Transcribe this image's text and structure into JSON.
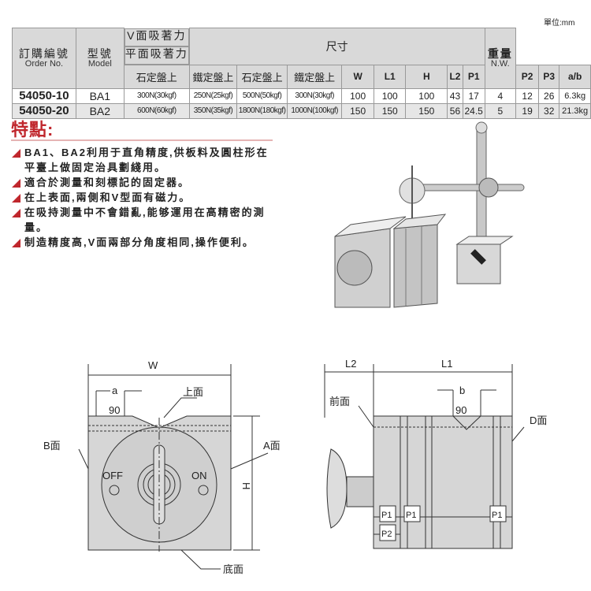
{
  "unit_note": "單位:mm",
  "table": {
    "order_cn": "訂購編號",
    "order_en": "Order No.",
    "model_cn": "型號",
    "model_en": "Model",
    "v_force": "V面吸著力",
    "flat_force": "平面吸著力",
    "on_stone": "石定盤上",
    "on_iron": "鐵定盤上",
    "dims": "尺寸",
    "dim_cols": [
      "W",
      "L1",
      "H",
      "L2",
      "P1",
      "P2",
      "P3",
      "a/b"
    ],
    "weight_cn": "重量",
    "weight_en": "N.W.",
    "rows": [
      {
        "order": "54050-10",
        "model": "BA1",
        "v_stone": "300N(30kgf)",
        "v_iron": "250N(25kgf)",
        "f_stone": "500N(50kgf)",
        "f_iron": "300N(30kgf)",
        "dims": [
          "100",
          "100",
          "100",
          "43",
          "17",
          "4",
          "12",
          "26"
        ],
        "weight": "6.3kg"
      },
      {
        "order": "54050-20",
        "model": "BA2",
        "v_stone": "600N(60kgf)",
        "v_iron": "350N(35kgf)",
        "f_stone": "1800N(180kgf)",
        "f_iron": "1000N(100kgf)",
        "dims": [
          "150",
          "150",
          "150",
          "56",
          "24.5",
          "5",
          "19",
          "32"
        ],
        "weight": "21.3kg"
      }
    ]
  },
  "features": {
    "title": "特點:",
    "items": [
      "BA1、BA2利用于直角精度,供板料及圓柱形在平臺上做固定治具劃綫用。",
      "適合於測量和刻標記的固定器。",
      "在上表面,兩側和V型面有磁力。",
      "在吸持測量中不會錯亂,能够運用在高精密的測量。",
      "制造精度高,V面兩部分角度相同,操作便利。"
    ]
  },
  "front_view": {
    "w": "W",
    "a": "a",
    "angle": "90",
    "top": "上面",
    "b_face": "B面",
    "a_face": "A面",
    "off": "OFF",
    "on": "ON",
    "h": "H",
    "bottom": "底面"
  },
  "side_view": {
    "l2": "L2",
    "l1": "L1",
    "b": "b",
    "angle": "90",
    "front": "前面",
    "d_face": "D面",
    "p1": "P1",
    "p2": "P2"
  }
}
